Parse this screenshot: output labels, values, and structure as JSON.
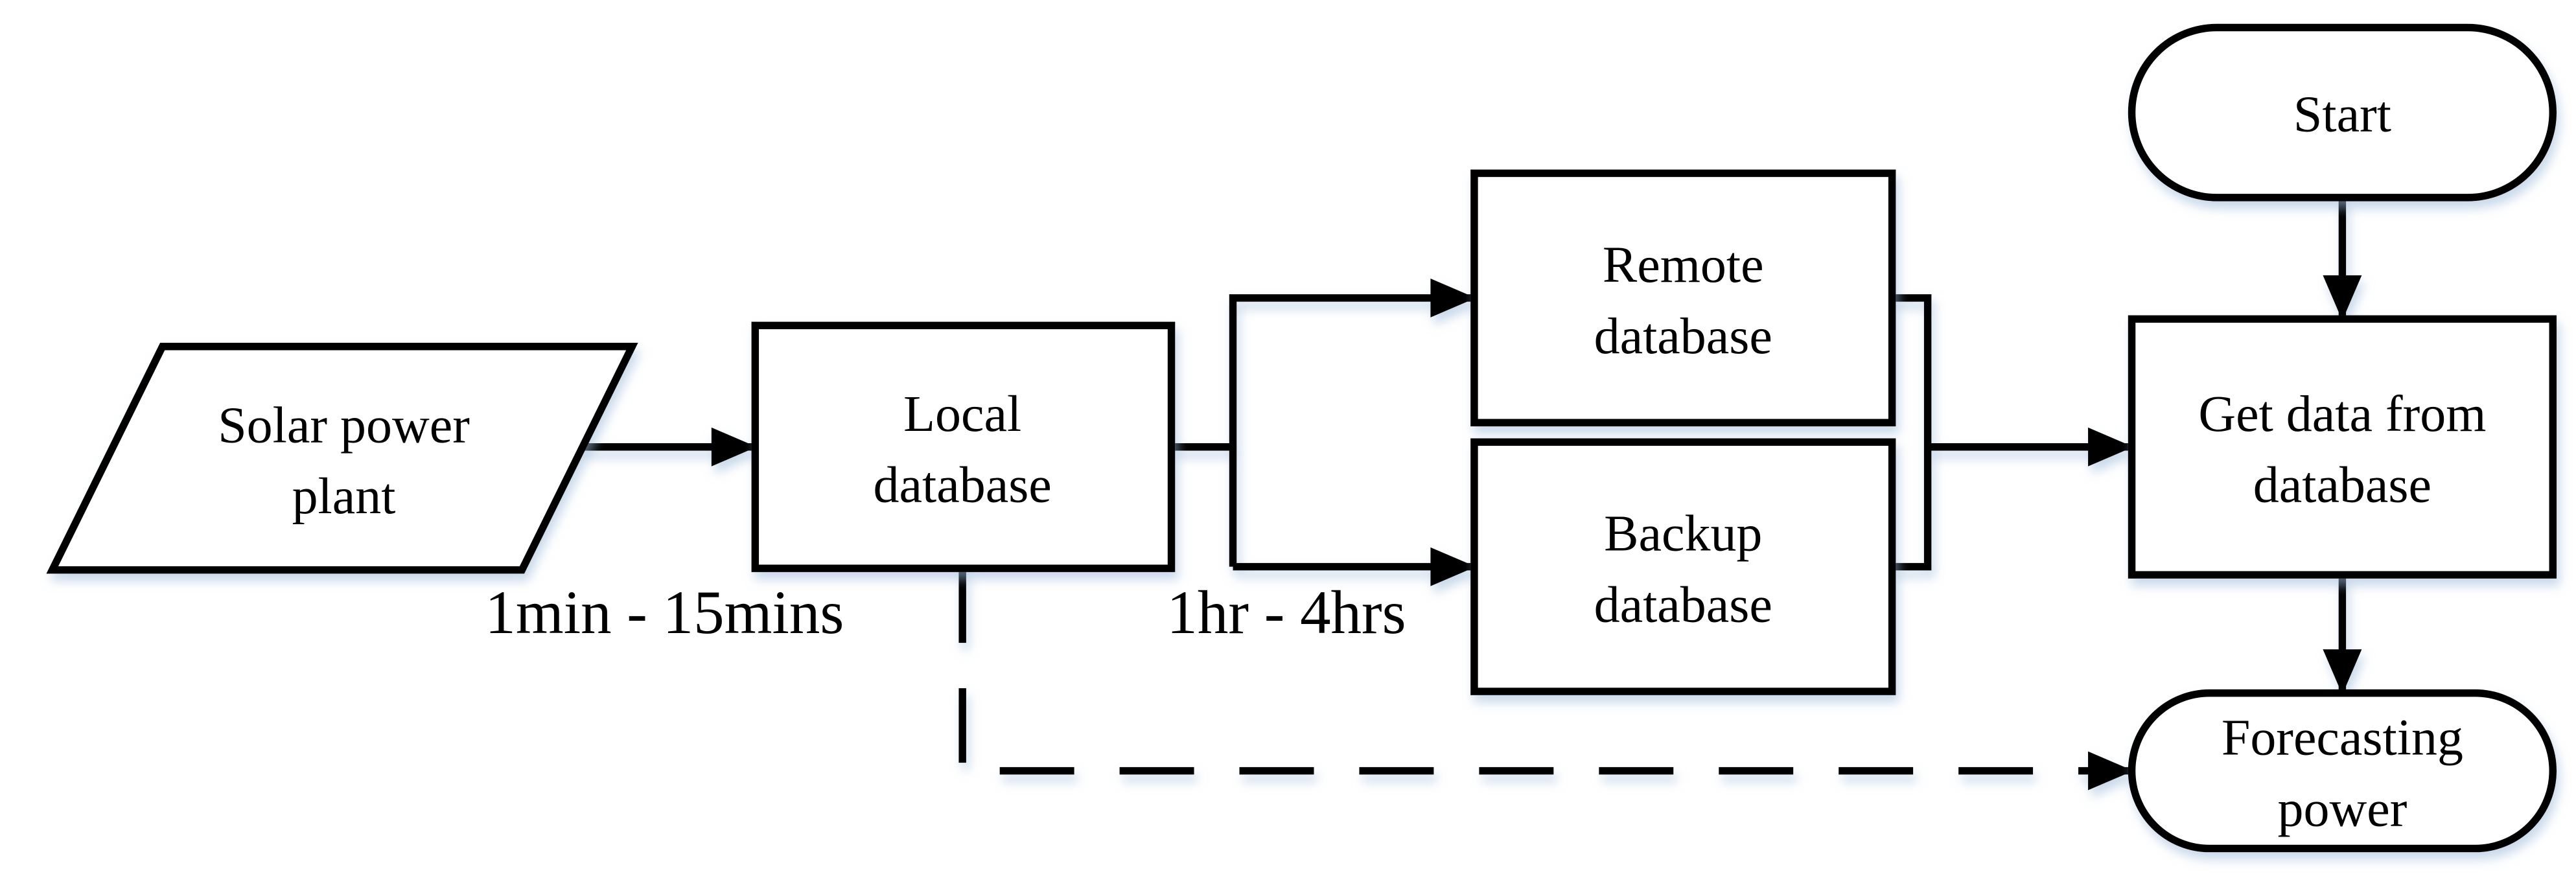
{
  "figure": {
    "type": "flowchart",
    "colors": {
      "background": "#ffffff",
      "ink": "#000000",
      "shape_fill": "#ffffff",
      "shadow": "#9cb9da"
    },
    "nodes": {
      "solar_plant": {
        "shape": "parallelogram",
        "lines": [
          "Solar power",
          "plant"
        ]
      },
      "local_database": {
        "shape": "process",
        "lines": [
          "Local",
          "database"
        ]
      },
      "remote_database": {
        "shape": "process",
        "lines": [
          "Remote",
          "database"
        ]
      },
      "backup_database": {
        "shape": "process",
        "lines": [
          "Backup",
          "database"
        ]
      },
      "start": {
        "shape": "terminator",
        "lines": [
          "Start"
        ]
      },
      "get_data": {
        "shape": "process",
        "lines": [
          "Get data from",
          "database"
        ]
      },
      "forecasting_power": {
        "shape": "terminator",
        "lines": [
          "Forecasting",
          "power"
        ]
      }
    },
    "edge_labels": {
      "solar_to_local_interval": "1min - 15mins",
      "local_to_databases_interval": "1hr - 4hrs"
    },
    "edges": [
      {
        "from": "solar_plant",
        "to": "local_database",
        "style": "solid-arrow",
        "label": "1min - 15mins"
      },
      {
        "from": "local_database",
        "to": "remote_database",
        "style": "solid-arrow",
        "label": "1hr - 4hrs"
      },
      {
        "from": "local_database",
        "to": "backup_database",
        "style": "solid-arrow",
        "label": "1hr - 4hrs"
      },
      {
        "from": "remote_database",
        "to": "get_data",
        "style": "solid-arrow",
        "label": ""
      },
      {
        "from": "backup_database",
        "to": "get_data",
        "style": "solid-arrow",
        "label": ""
      },
      {
        "from": "start",
        "to": "get_data",
        "style": "solid-arrow",
        "label": ""
      },
      {
        "from": "get_data",
        "to": "forecasting_power",
        "style": "solid-arrow",
        "label": ""
      },
      {
        "from": "local_database",
        "to": "forecasting_power",
        "style": "dashed-arrow",
        "label": ""
      }
    ]
  }
}
